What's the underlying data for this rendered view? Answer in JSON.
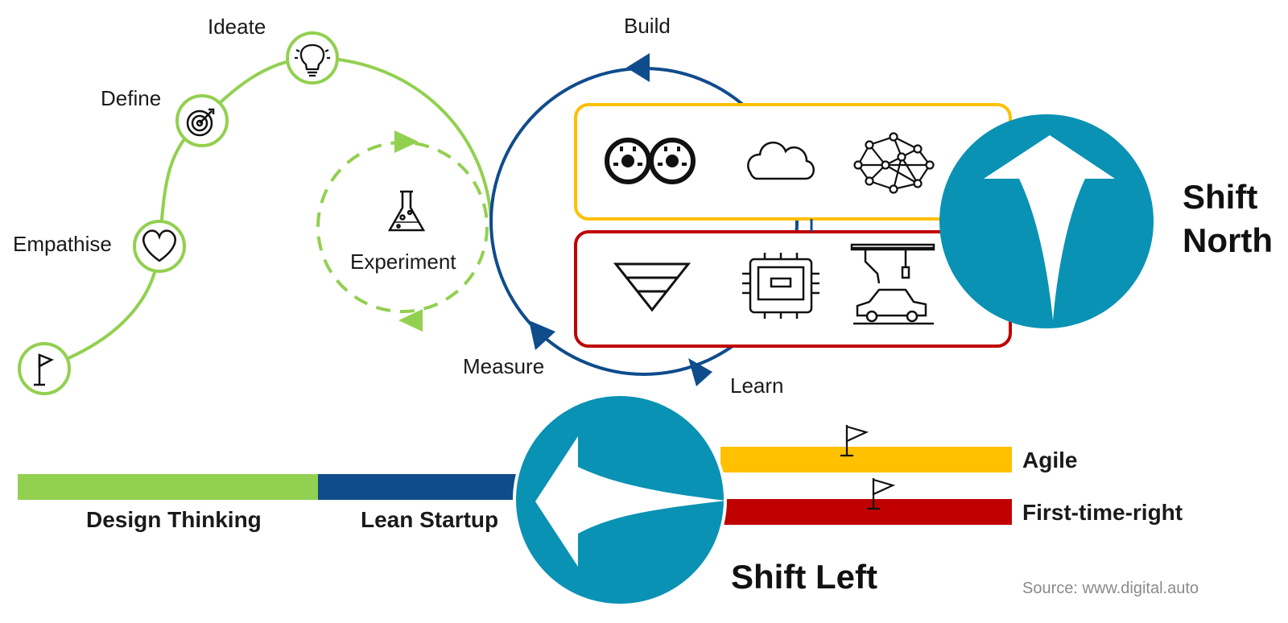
{
  "colors": {
    "green": "#92D050",
    "navy": "#0F4C8C",
    "teal": "#0A92B4",
    "yellow": "#FFC000",
    "red": "#C00000",
    "black": "#111111"
  },
  "design_thinking": {
    "steps": [
      "Ideate",
      "Define",
      "Empathise"
    ],
    "icons": [
      "flag-icon",
      "heart-icon",
      "target-icon",
      "lightbulb-icon"
    ]
  },
  "experiment": {
    "label": "Experiment",
    "icon": "flask-icon"
  },
  "build_measure_learn": {
    "build": "Build",
    "measure": "Measure",
    "learn": "Learn"
  },
  "north_panel": {
    "top_icons": [
      "gears-loop-icon",
      "cloud-icon",
      "neural-network-icon"
    ],
    "bottom_icons": [
      "v-model-icon",
      "chip-icon",
      "car-assembly-robot-icon"
    ]
  },
  "shift_north": {
    "line1": "Shift",
    "line2": "North"
  },
  "shift_left": {
    "label": "Shift Left"
  },
  "bars": {
    "design_thinking": "Design Thinking",
    "lean_startup": "Lean Startup",
    "agile": "Agile",
    "first_time_right": "First-time-right"
  },
  "source": "Source: www.digital.auto"
}
